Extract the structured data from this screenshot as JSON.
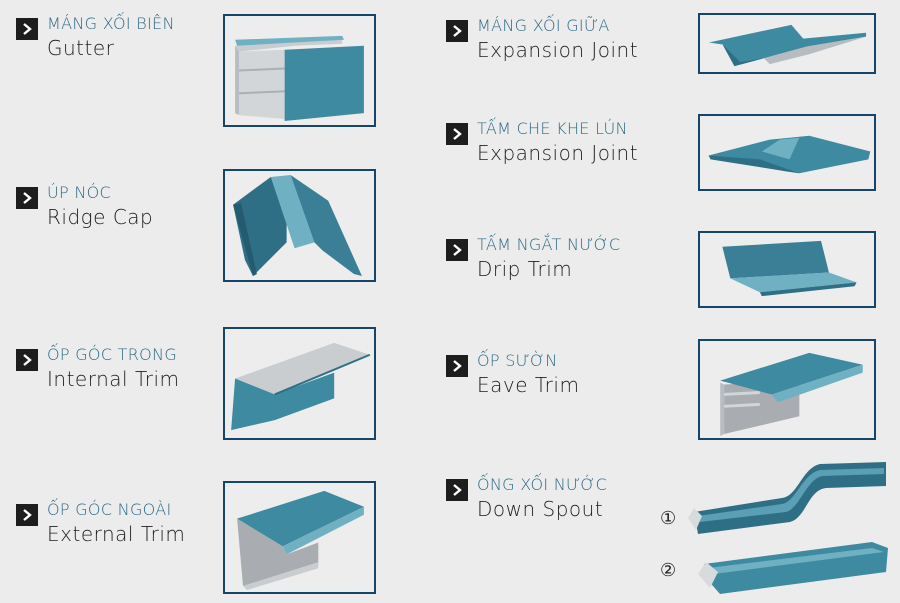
{
  "colors": {
    "background": "#ececec",
    "frame_border": "#15466a",
    "vn_text": "#2d6a86",
    "en_text": "#1e1e1e",
    "chevron_bg": "#1d1d1d",
    "steel_blue": "#3e8aa0",
    "steel_blue_dark": "#2f6f86",
    "steel_light": "#6fb0c2",
    "silver": "#c9cdd0"
  },
  "products": [
    {
      "vn": "MÁNG XỐI BIÊN",
      "en": "Gutter",
      "icon": "gutter-illustration"
    },
    {
      "vn": "ÚP NÓC",
      "en": "Ridge Cap",
      "icon": "ridge-cap-illustration"
    },
    {
      "vn": "ỐP GÓC TRONG",
      "en": "Internal Trim",
      "icon": "internal-trim-illustration"
    },
    {
      "vn": "ỐP GÓC NGOÀI",
      "en": "External Trim",
      "icon": "external-trim-illustration"
    },
    {
      "vn": "MÁNG XỐI GIỮA",
      "en": "Expansion Joint",
      "icon": "valley-gutter-illustration"
    },
    {
      "vn": "TẤM CHE KHE LÚN",
      "en": "Expansion Joint",
      "icon": "expansion-joint-cover-illustration"
    },
    {
      "vn": "TẤM NGẮT NƯỚC",
      "en": "Drip Trim",
      "icon": "drip-trim-illustration"
    },
    {
      "vn": "ỐP SƯỜN",
      "en": "Eave Trim",
      "icon": "eave-trim-illustration"
    },
    {
      "vn": "ỐNG XỐI NƯỚC",
      "en": "Down Spout",
      "icon": "down-spout-illustration"
    }
  ],
  "spout_variants": [
    {
      "number": "①",
      "label": "1"
    },
    {
      "number": "②",
      "label": "2"
    }
  ]
}
